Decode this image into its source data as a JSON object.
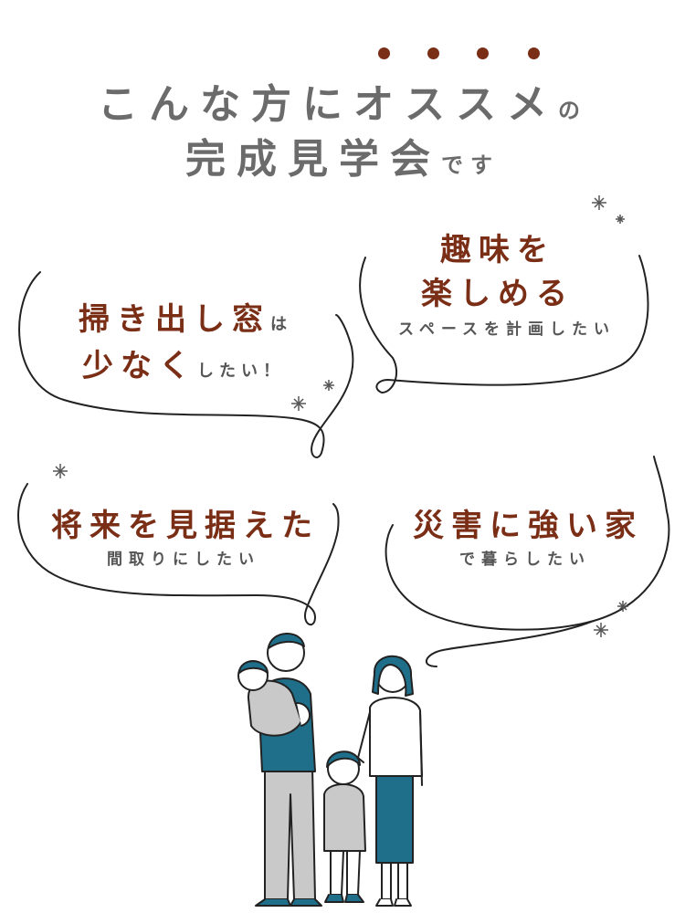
{
  "colors": {
    "gray": "#6b6b6b",
    "brown": "#7a2e16",
    "teal": "#1f6f8b",
    "line": "#222222",
    "light_gray": "#c9c9c9"
  },
  "heading": {
    "line1": "こんな方にオススメ",
    "line1_suffix": "の",
    "line2": "完成見学会",
    "line2_suffix": "です"
  },
  "bubbles": {
    "windows": {
      "main1": "掃き出し窓",
      "main1_suffix": "は",
      "main2": "少なく",
      "main2_suffix": "したい！"
    },
    "hobby": {
      "main1": "趣味を",
      "main2": "楽しめる",
      "sub": "スペースを計画したい"
    },
    "future": {
      "main": "将来を見据えた",
      "sub": "間取りにしたい"
    },
    "disaster": {
      "main": "災害に強い家",
      "sub": "で暮らしたい"
    }
  },
  "icons": [
    "sparkle-icon",
    "family-illustration"
  ]
}
